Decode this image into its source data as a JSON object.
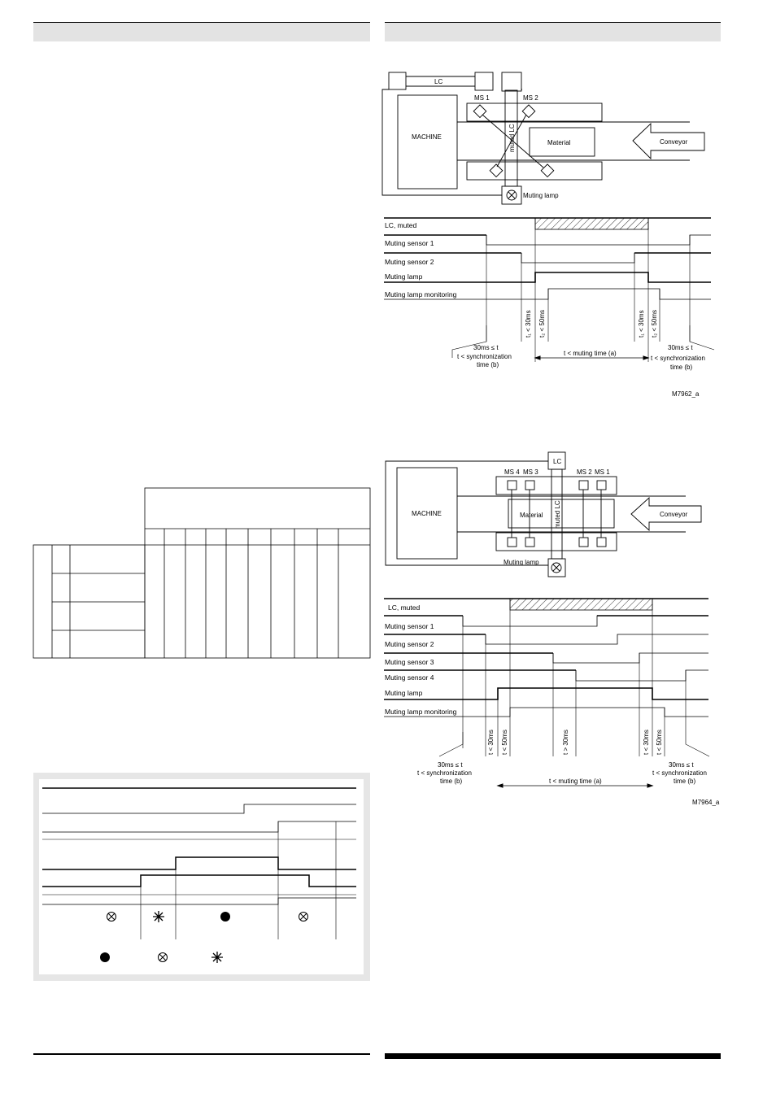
{
  "fig1": {
    "lc": "LC",
    "ms1": "MS 1",
    "ms2": "MS 2",
    "machine": "MACHINE",
    "material": "Material",
    "conveyor": "Conveyor",
    "muted_lc": "muted LC",
    "muting_lamp": "Muting lamp"
  },
  "timing1": {
    "signals": [
      "LC, muted",
      "Muting sensor 1",
      "Muting sensor 2",
      "Muting lamp",
      "Muting lamp monitoring"
    ],
    "t1_left": "t₁ < 30ms",
    "t2_left": "t₂ < 50ms",
    "t1_right": "t₁ < 30ms",
    "t2_right": "t₂ < 50ms",
    "sync_line1": "30ms ≤ t",
    "sync_line2": "t < synchronization",
    "sync_line3": "time (b)",
    "muting_time": "t < muting time (a)",
    "figure_id": "M7962_a"
  },
  "fig2": {
    "lc": "LC",
    "ms4": "MS 4",
    "ms3": "MS 3",
    "ms2": "MS 2",
    "ms1": "MS 1",
    "machine": "MACHINE",
    "material": "Material",
    "conveyor": "Conveyor",
    "muted_lc": "muted LC",
    "muting_lamp": "Muting lamp"
  },
  "timing2": {
    "signals": [
      "LC, muted",
      "Muting sensor 1",
      "Muting sensor 2",
      "Muting sensor 3",
      "Muting sensor 4",
      "Muting lamp",
      "Muting lamp monitoring"
    ],
    "t_a": "t < 30ms",
    "t_b": "t < 50ms",
    "t_c": "t > 30ms",
    "t_d": "t < 30ms",
    "t_e": "t < 50ms",
    "sync_line1": "30ms ≤ t",
    "sync_line2": "t < synchronization",
    "sync_line3": "time (b)",
    "muting_time": "t < muting time (a)",
    "figure_id": "M7964_a"
  },
  "colors": {
    "header_bar": "#e3e3e3",
    "panel_bg": "#e6e6e6",
    "line": "#000000"
  }
}
